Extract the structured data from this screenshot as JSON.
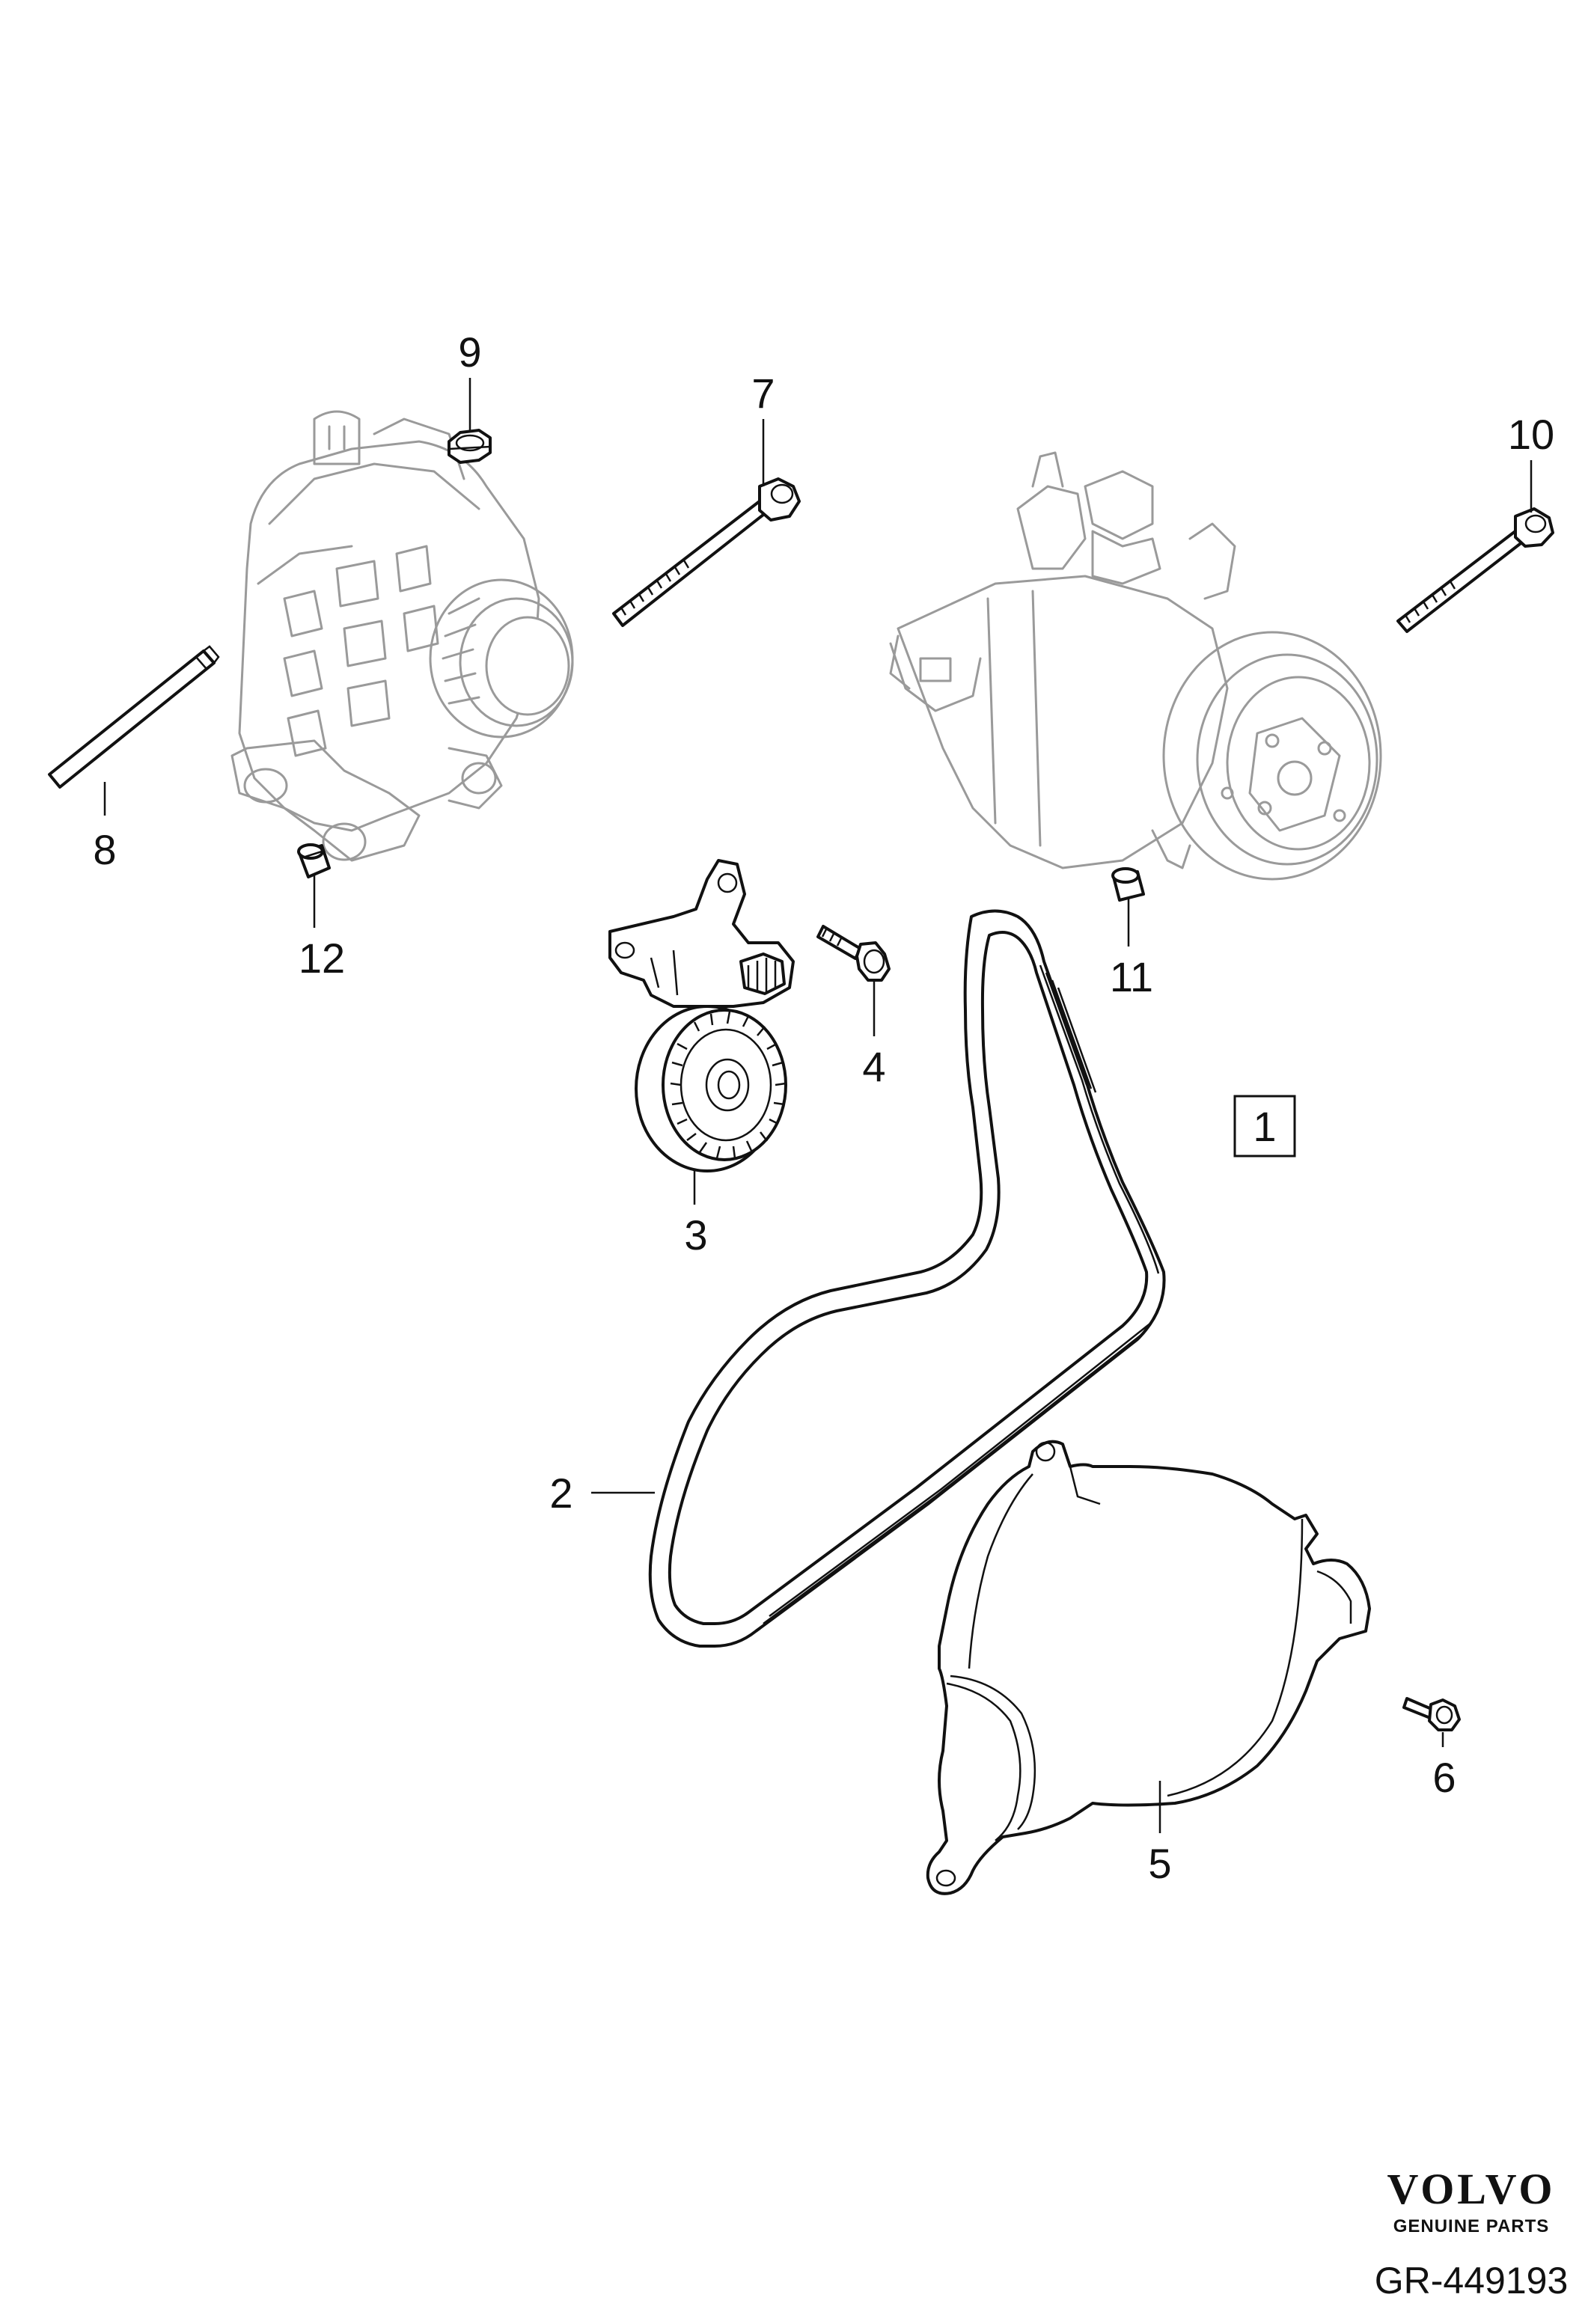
{
  "callouts": {
    "c1": "1",
    "c2": "2",
    "c3": "3",
    "c4": "4",
    "c5": "5",
    "c6": "6",
    "c7": "7",
    "c8": "8",
    "c9": "9",
    "c10": "10",
    "c11": "11",
    "c12": "12"
  },
  "brand": {
    "name": "VOLVO",
    "tagline": "GENUINE PARTS"
  },
  "reference": "GR-449193",
  "colors": {
    "line": "#111111",
    "ghost": "#9a9a9a",
    "background": "#ffffff"
  }
}
